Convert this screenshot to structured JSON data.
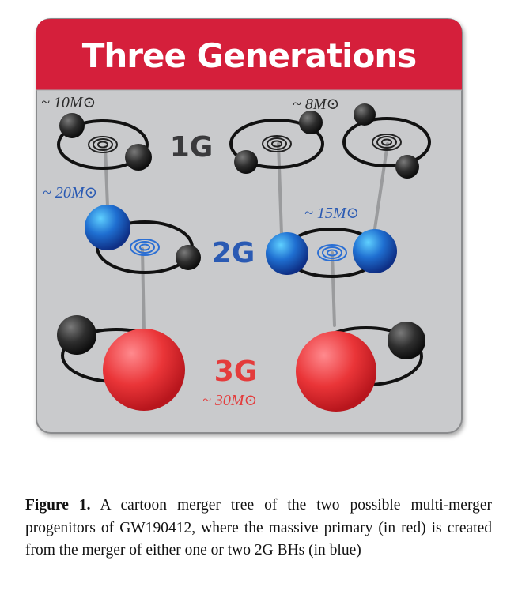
{
  "figure": {
    "title": "Three Generations",
    "colors": {
      "banner": "#d51f3b",
      "panel": "#c9cacc",
      "label_1g": "#3a3a3c",
      "label_2g": "#2a5ab3",
      "label_3g": "#e43c3c",
      "bh_1g": "#2a2a2a",
      "bh_2g": "#1f6fd1",
      "bh_3g": "#e8363a"
    },
    "generation_labels": {
      "g1": "1G",
      "g2": "2G",
      "g3": "3G"
    },
    "mass_labels": {
      "left_1g": "~ 10M⊙",
      "right_1g": "~ 8M⊙",
      "left_2g": "~ 20M⊙",
      "right_2g": "~ 15M⊙",
      "g3": "~ 30M⊙"
    }
  },
  "caption": {
    "label": "Figure 1.",
    "text": "A cartoon merger tree of the two possible multi-merger progenitors of GW190412, where the massive primary (in red) is created from the merger of either one or two 2G BHs (in blue)"
  }
}
